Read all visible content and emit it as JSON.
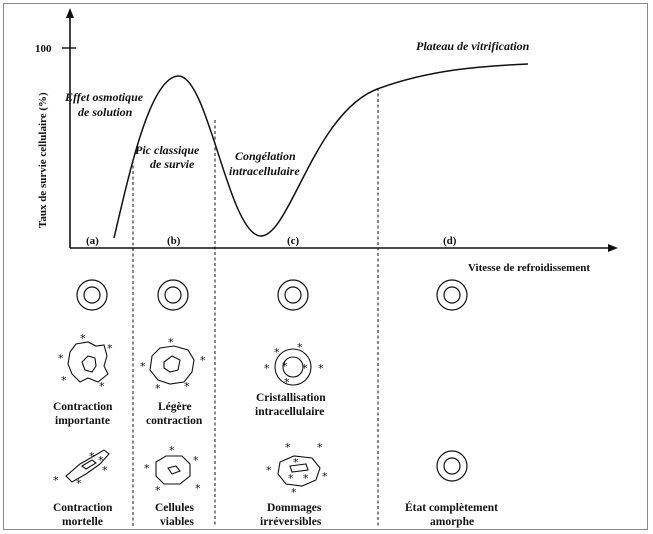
{
  "chart": {
    "y_tick": "100",
    "y_label": "Taux de survie cellulaire (%)",
    "x_label": "Vitesse de refroidissement",
    "regions": [
      "(a)",
      "(b)",
      "(c)",
      "(d)"
    ],
    "annotations": {
      "osmotic_1": "Effet osmotique",
      "osmotic_2": "de solution",
      "peak_1": "Pic classique",
      "peak_2": "de survie",
      "congelation_1": "Congélation",
      "congelation_2": "intracellulaire",
      "plateau": "Plateau de vitrification"
    }
  },
  "cells": {
    "contraction_importante": [
      "Contraction",
      "importante"
    ],
    "legere_contraction": [
      "Légère",
      "contraction"
    ],
    "cristallisation": [
      "Cristallisation",
      "intracellulaire"
    ],
    "contraction_mortelle": [
      "Contraction",
      "mortelle"
    ],
    "cellules_viables": [
      "Cellules",
      "viables"
    ],
    "dommages": [
      "Dommages",
      "irréversibles"
    ],
    "etat_amorphe": [
      "État complètement",
      "amorphe"
    ]
  },
  "asterisk": "*"
}
